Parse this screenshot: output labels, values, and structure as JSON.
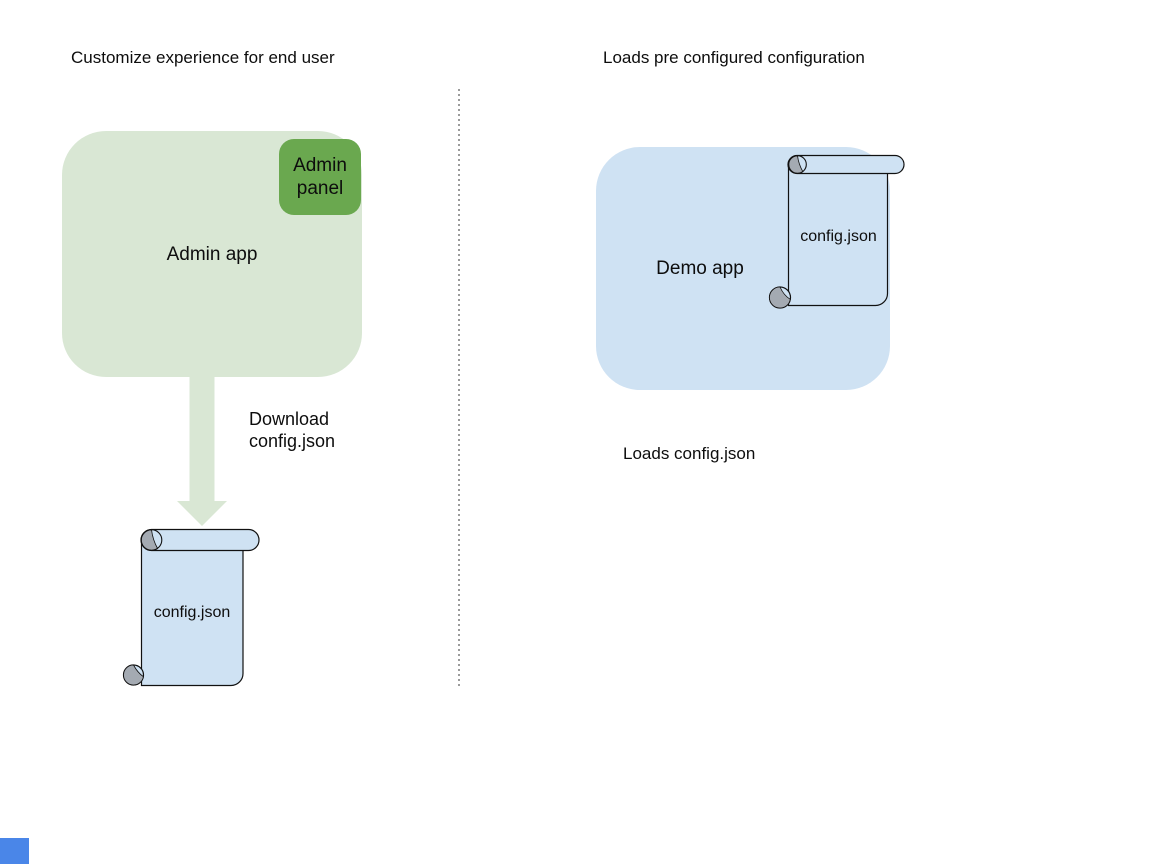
{
  "slide": {
    "left": {
      "title": "Customize experience for end user",
      "admin_app_label": "Admin app",
      "admin_panel_label": "Admin panel",
      "arrow_caption": "Download config.json",
      "scroll_label": "config.json"
    },
    "right": {
      "title": "Loads pre configured configuration",
      "demo_app_label": "Demo app",
      "scroll_label": "config.json",
      "caption": "Loads config.json"
    },
    "colors": {
      "app_light_green": "#d9e7d4",
      "panel_dark_green": "#6aa84f",
      "shape_light_blue": "#cfe2f3",
      "scroll_curl_gray": "#a4aab2",
      "outline_black": "#111111",
      "divider_gray": "#9b9b9b",
      "partial_shape_blue": "#4a86e8"
    }
  }
}
